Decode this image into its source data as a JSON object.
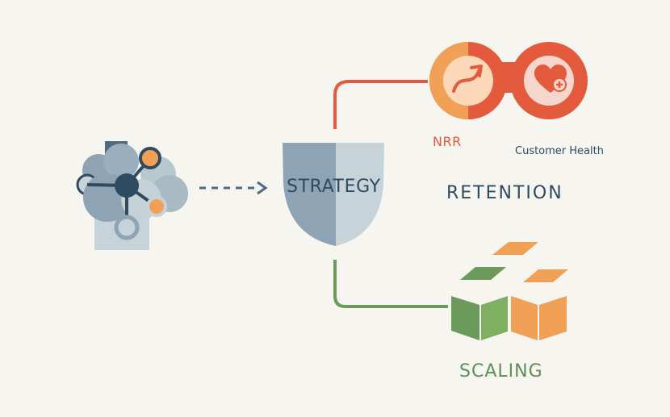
{
  "labels": {
    "strategy": "STRATEGY",
    "nrr": "NRR",
    "customer_health": "Customer Health",
    "retention": "RETENTION",
    "scaling": "SCALING"
  },
  "colors": {
    "background": "#f6f5f0",
    "navy": "#2f4a63",
    "slate": "#8ea3b3",
    "light_slate": "#c6d3d8",
    "orange": "#f0a155",
    "coral": "#e45a3c",
    "green": "#6c9a5a",
    "light_green": "#7fb062"
  },
  "icons": {
    "brain": "brain-network-icon",
    "arrow": "dashed-arrow-icon",
    "shield": "shield-icon",
    "growth": "growth-arrow-icon",
    "health": "heart-plus-icon",
    "blocks": "stacked-blocks-icon"
  }
}
